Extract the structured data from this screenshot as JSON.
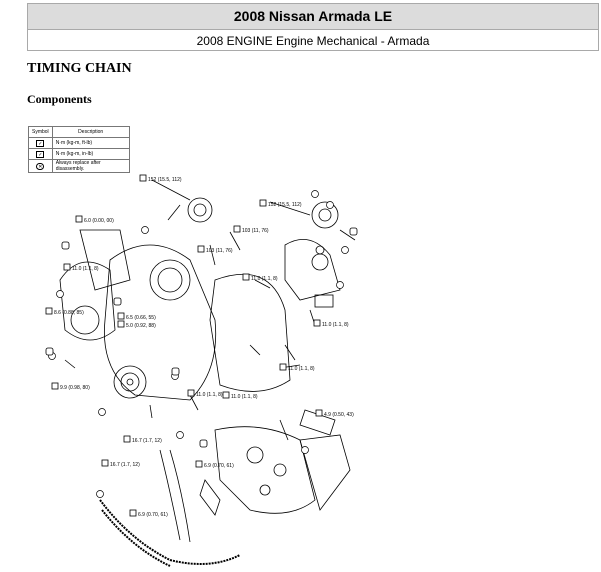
{
  "header": {
    "title": "2008 Nissan Armada LE",
    "subtitle": "2008 ENGINE Engine Mechanical - Armada"
  },
  "section_title": "TIMING CHAIN",
  "subsection_title": "Components",
  "legend": {
    "col_symbol": "Symbol",
    "col_description": "Description",
    "rows": [
      {
        "icon": "torque-ft-lb-icon",
        "description": "N·m (kg-m, ft-lb)"
      },
      {
        "icon": "torque-in-lb-icon",
        "description": "N·m (kg-m, in-lb)"
      },
      {
        "icon": "replace-icon",
        "description": "Always replace after disassembly."
      }
    ]
  },
  "diagram": {
    "callouts": [
      "152 (15.5, 112)",
      "152 (15.5, 112)",
      "6.0 (0.00, 00)",
      "103 (11, 76)",
      "103 (11, 76)",
      "11.0 (1.1, 8)",
      "11.0 (1.1, 8)",
      "11.0 (1.1, 8)",
      "11.0 (1.1, 8)",
      "6.5 (0.66, 55)",
      "5.0 (0.92, 88)",
      "8.6 (0.88, 85)",
      "9.9 (0.98, 80)",
      "11.0 (1.1, 8)",
      "11.0 (1.1, 8)",
      "4.9 (0.50, 43)",
      "16.7 (1.7, 12)",
      "16.7 (1.7, 12)",
      "6.9 (0.70, 61)",
      "6.9 (0.70, 61)"
    ]
  }
}
